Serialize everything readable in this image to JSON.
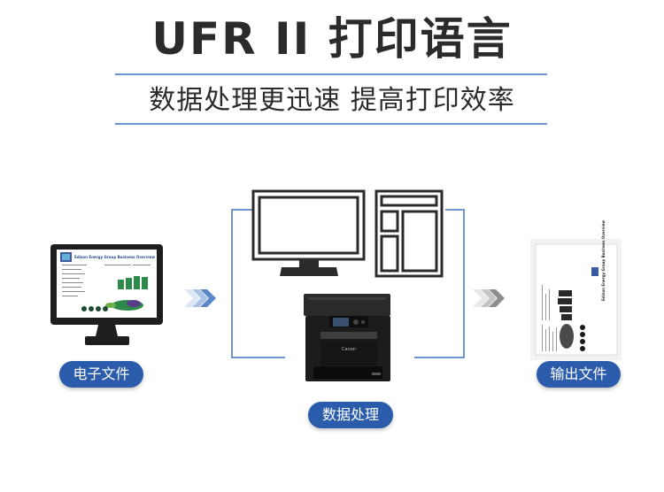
{
  "header": {
    "title": "UFR II 打印语言",
    "subtitle": "数据处理更迅速 提高打印效率"
  },
  "labels": {
    "left": "电子文件",
    "center": "数据处理",
    "right": "输出文件"
  },
  "document": {
    "title": "Edison Energy Group Business Overview"
  },
  "printer": {
    "brand": "Canon"
  },
  "colors": {
    "accent": "#2a5cab",
    "line": "#6f95cf",
    "arrow": "#5a86c8",
    "dark": "#222222"
  }
}
